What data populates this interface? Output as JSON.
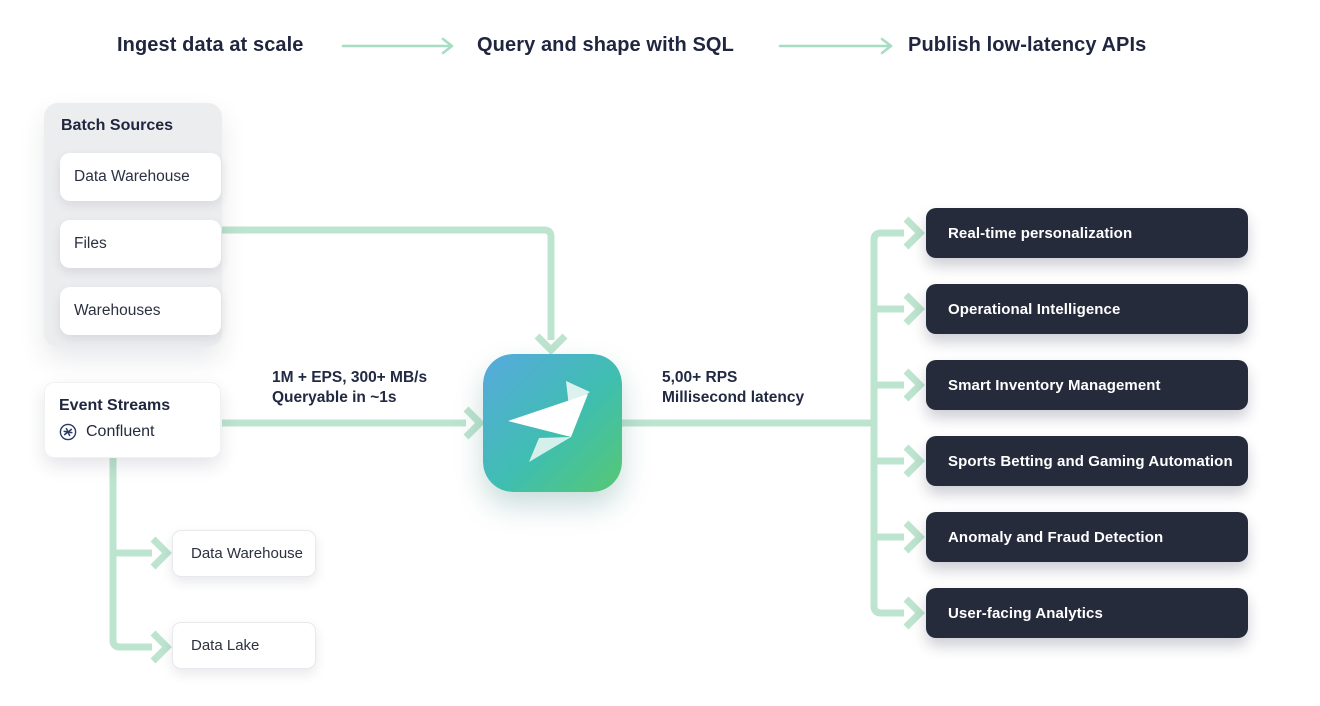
{
  "header": {
    "steps": [
      {
        "label": "Ingest data at scale"
      },
      {
        "label": "Query and shape with SQL"
      },
      {
        "label": "Publish low-latency APIs"
      }
    ]
  },
  "batch_sources": {
    "title": "Batch Sources",
    "items": [
      "Data Warehouse",
      "Files",
      "Warehouses"
    ]
  },
  "event_streams": {
    "title": "Event Streams",
    "provider": "Confluent"
  },
  "metrics": {
    "ingest": {
      "line1": "1M + EPS, 300+ MB/s",
      "line2": "Queryable in ~1s"
    },
    "publish": {
      "line1": "5,00+ RPS",
      "line2": "Millisecond latency"
    }
  },
  "sinks": [
    "Data Warehouse",
    "Data Lake"
  ],
  "use_cases": [
    "Real-time personalization",
    "Operational Intelligence",
    "Smart Inventory Management",
    "Sports Betting and Gaming Automation",
    "Anomaly and Fraud Detection",
    "User-facing Analytics"
  ],
  "colors": {
    "arrow": "#bde4cf",
    "arrow_thin": "#a6ddc3",
    "text_dark": "#20263f",
    "dark_box_bg": "#262b3b",
    "dark_box_text": "#ffffff",
    "group_bg": "#ecedef",
    "card_bg": "#ffffff",
    "confluent": "#2b3a66",
    "logo_gradient_start": "#57a9de",
    "logo_gradient_mid": "#3fbeb0",
    "logo_gradient_end": "#56c873"
  }
}
